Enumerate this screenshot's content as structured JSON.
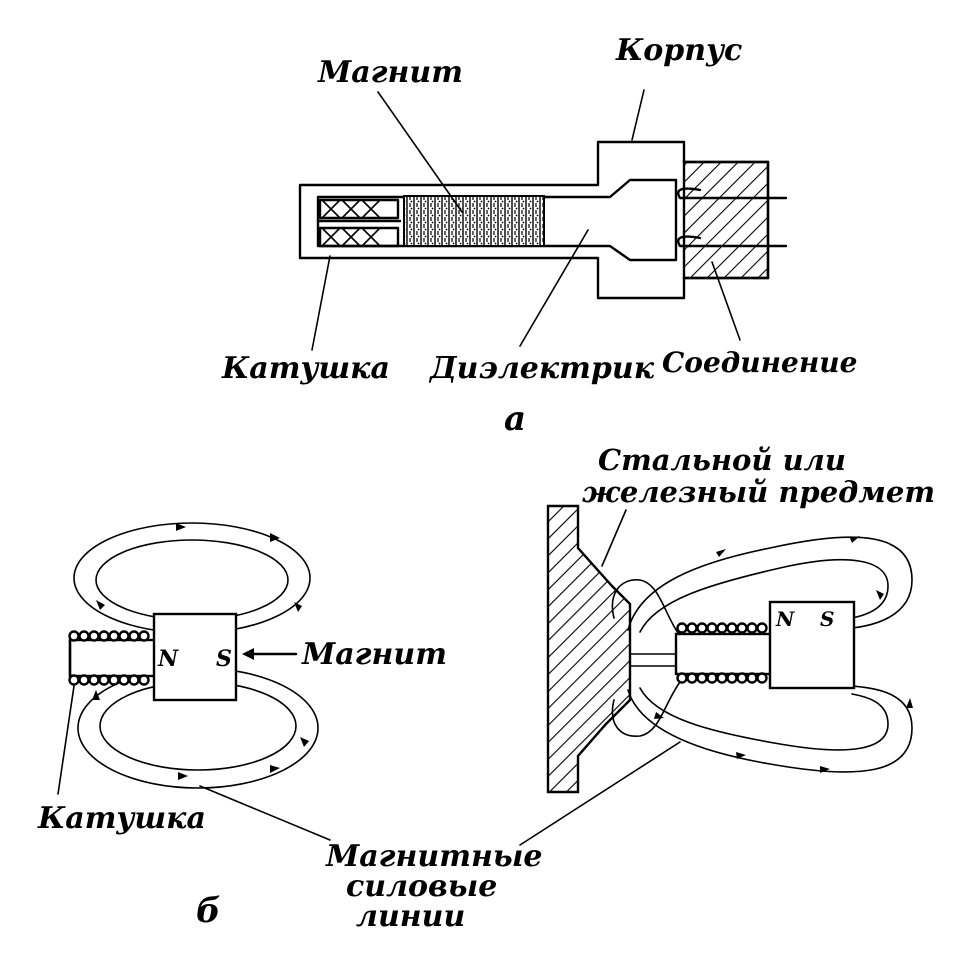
{
  "diagram_a": {
    "label_magnet": "Магнит",
    "label_case": "Корпус",
    "label_coil": "Катушка",
    "label_dielectric": "Диэлектрик",
    "label_connection": "Соединение",
    "panel_letter": "а"
  },
  "diagram_b": {
    "label_magnet": "Магнит",
    "label_n": "N",
    "label_s": "S",
    "label_coil": "Катушка",
    "label_field_lines_1": "Магнитные",
    "label_field_lines_2": "силовые",
    "label_field_lines_3": "линии",
    "panel_letter": "б"
  },
  "diagram_c": {
    "label_object_1": "Стальной или",
    "label_object_2": "железный предмет",
    "label_n": "N",
    "label_s": "S"
  }
}
